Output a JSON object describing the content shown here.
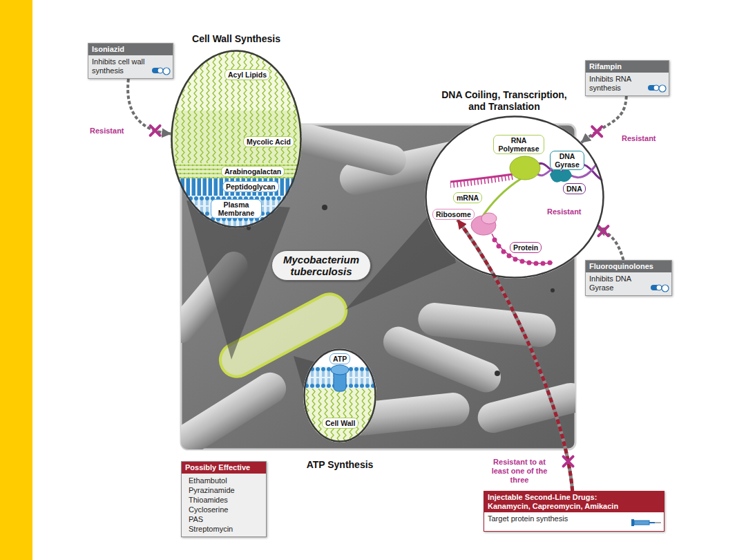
{
  "diagram": {
    "nodes": [
      {
        "text": [
          "Isoniazid",
          "Inhibits cell wall synthesis"
        ]
      },
      {
        "text": [
          "Cell Wall Synthesis"
        ]
      },
      {
        "text": [
          "Acyl Lipids"
        ],
        "in": 1
      },
      {
        "text": [
          "Mycolic Acid"
        ],
        "in": 1
      },
      {
        "text": [
          "Arabinogalactan"
        ],
        "in": 1
      },
      {
        "text": [
          "Peptidoglycan"
        ],
        "in": 1
      },
      {
        "text": [
          "Plasma Membrane"
        ],
        "in": 1
      },
      {
        "text": [
          "Rifampin",
          "Inhibits RNA synthesis"
        ]
      },
      {
        "text": [
          "DNA Coiling, Transcription, and Translation"
        ]
      },
      {
        "text": [
          "RNA Polymerase"
        ],
        "in": 8
      },
      {
        "text": [
          "DNA Gyrase"
        ],
        "in": 8
      },
      {
        "text": [
          "DNA"
        ],
        "in": 8
      },
      {
        "text": [
          "mRNA"
        ],
        "in": 8
      },
      {
        "text": [
          "Ribosome"
        ],
        "in": 8
      },
      {
        "text": [
          "Protein"
        ],
        "in": 8
      },
      {
        "text": [
          "Mycobacterium tuberculosis"
        ]
      },
      {
        "text": [
          "ATP Synthesis"
        ]
      },
      {
        "text": [
          "ATP"
        ],
        "in": 16
      },
      {
        "text": [
          "Cell Wall"
        ],
        "in": 16
      },
      {
        "text": [
          "Fluoroquinolones",
          "Inhibits DNA Gyrase"
        ]
      },
      {
        "text": [
          "Possibly Effective",
          "Ethambutol",
          "Pyrazinamide",
          "Thioamides",
          "Cycloserine",
          "PAS",
          "Streptomycin"
        ]
      },
      {
        "text": [
          "Injectable Second-Line Drugs: Kanamycin, Capreomycin, Amikacin",
          "Target protein synthesis"
        ]
      }
    ],
    "edges": [
      {
        "from": 0,
        "to": 1,
        "arrow": "to",
        "label": "Resistant"
      },
      {
        "from": 7,
        "to": 8,
        "arrow": "to",
        "label": "Resistant"
      },
      {
        "from": 19,
        "to": 8,
        "arrow": "to",
        "label": "Resistant"
      },
      {
        "from": 21,
        "to": 13,
        "arrow": "to",
        "label": "Resistant to at least one of the three"
      }
    ]
  }
}
